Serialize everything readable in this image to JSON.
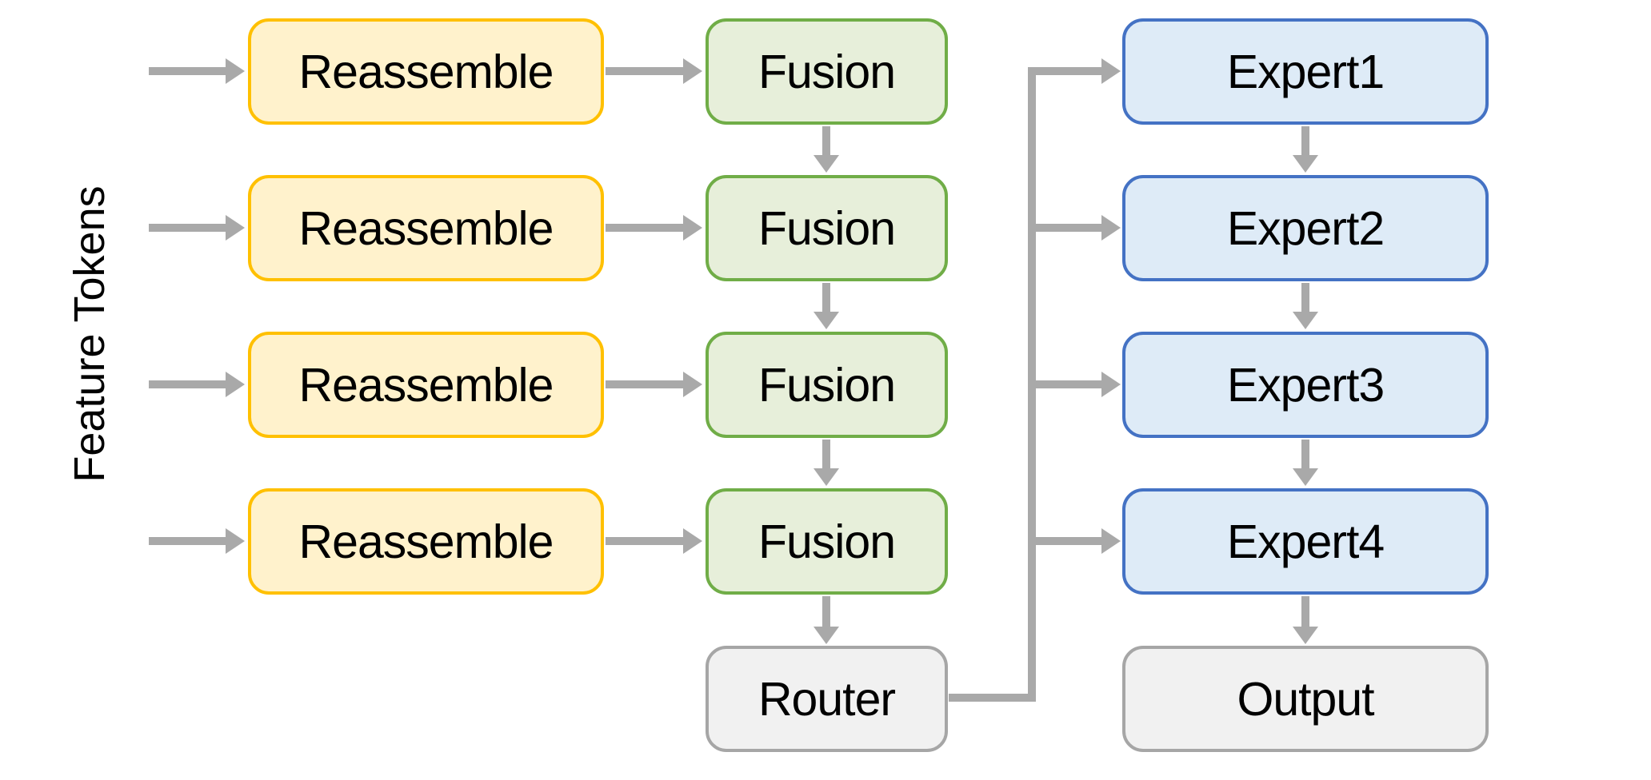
{
  "left_label": "Feature Tokens",
  "reassemble_labels": [
    "Reassemble",
    "Reassemble",
    "Reassemble",
    "Reassemble"
  ],
  "fusion_labels": [
    "Fusion",
    "Fusion",
    "Fusion",
    "Fusion"
  ],
  "expert_labels": [
    "Expert1",
    "Expert2",
    "Expert3",
    "Expert4"
  ],
  "router_label": "Router",
  "output_label": "Output",
  "colors": {
    "arrow": "#a9a9a9",
    "reassemble_fill": "#fff2cc",
    "reassemble_border": "#ffc000",
    "fusion_fill": "#e7efda",
    "fusion_border": "#70ad47",
    "expert_fill": "#deebf7",
    "expert_border": "#4472c4",
    "neutral_fill": "#f1f1f1",
    "neutral_border": "#a6a6a6",
    "text": "#000000"
  }
}
